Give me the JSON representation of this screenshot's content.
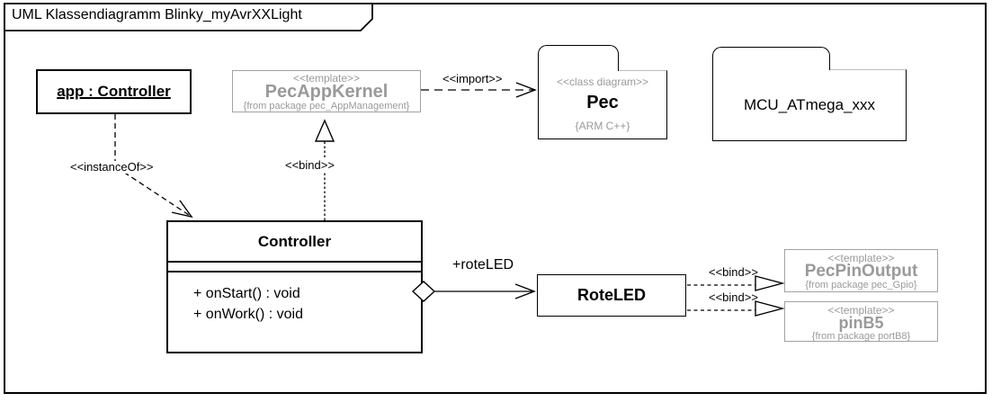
{
  "frame": {
    "title": "UML Klassendiagramm Blinky_myAvrXXLight"
  },
  "nodes": {
    "app_object": {
      "name": "app : Controller"
    },
    "pec_app_kernel": {
      "stereotype": "<<template>>",
      "name": "PecAppKernel",
      "package": "{from package pec_AppManagement}"
    },
    "pec_package": {
      "stereotype": "<<class diagram>>",
      "name": "Pec",
      "tag": "{ARM C++}"
    },
    "mcu_package": {
      "name": "MCU_ATmega_xxx"
    },
    "controller_class": {
      "name": "Controller",
      "operations": [
        "+ onStart() : void",
        "+ onWork() : void"
      ]
    },
    "rote_led": {
      "name": "RoteLED"
    },
    "pec_pin_output": {
      "stereotype": "<<template>>",
      "name": "PecPinOutput",
      "package": "{from package pec_Gpio}"
    },
    "pin_b5": {
      "stereotype": "<<template>>",
      "name": "pinB5",
      "package": "{from package portB8}"
    }
  },
  "connectors": {
    "instance_of": {
      "label": "<<instanceOf>>"
    },
    "bind_kernel": {
      "label": "<<bind>>"
    },
    "import_rel": {
      "label": "<<import>>"
    },
    "aggregation": {
      "label": "+roteLED"
    },
    "bind_pin_output": {
      "label": "<<bind>>"
    },
    "bind_pin_b5": {
      "label": "<<bind>>"
    }
  },
  "colors": {
    "line": "#000000",
    "template_gray": "#9a9a9a",
    "folder_top_edge": "#bdbdbd",
    "background": "#ffffff"
  }
}
